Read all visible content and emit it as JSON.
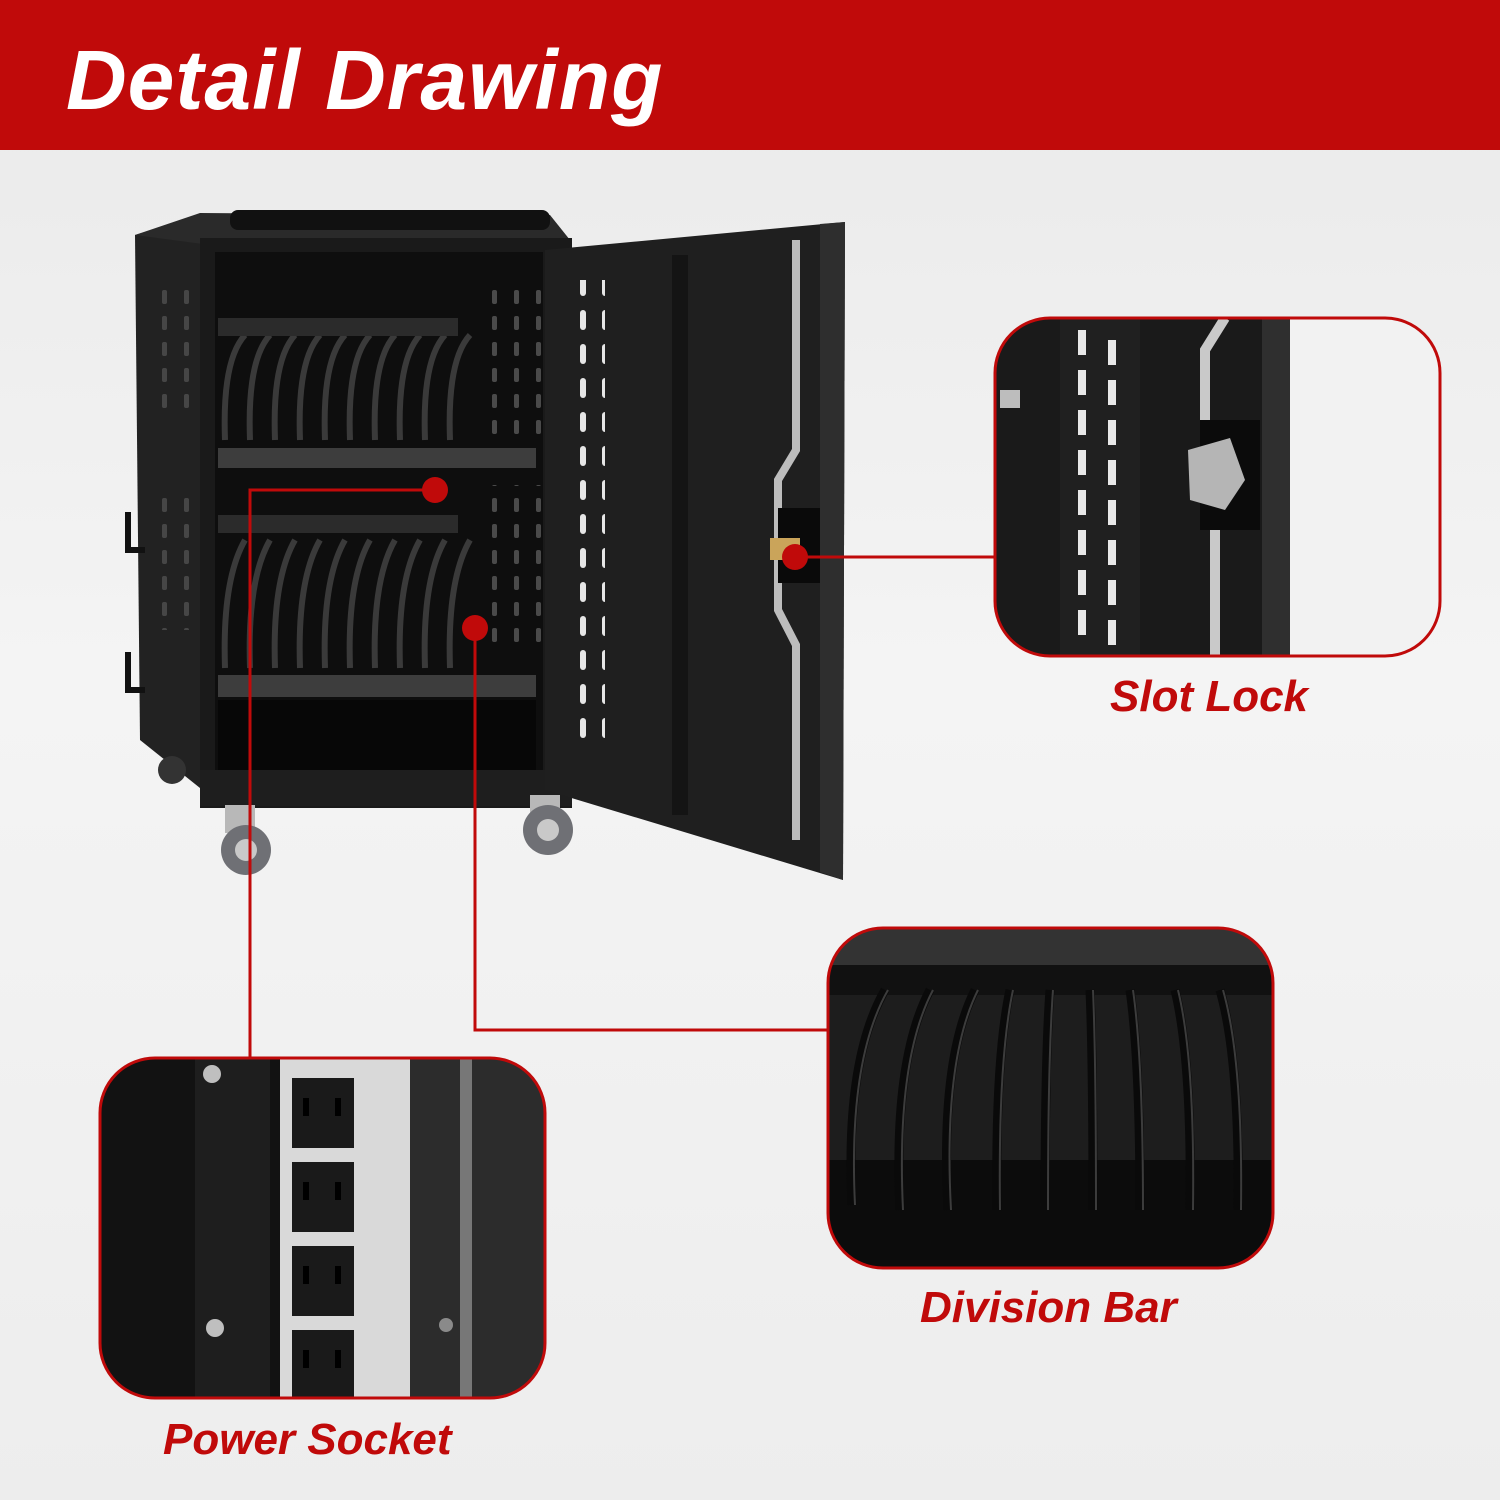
{
  "banner": {
    "title": "Detail Drawing",
    "color": "#c00a0a"
  },
  "callouts": {
    "slot_lock": "Slot Lock",
    "division_bar": "Division Bar",
    "power_socket": "Power Socket"
  },
  "colors": {
    "accent": "#c00a0a",
    "cabinet": "#1c1c1c",
    "background": "#efefef"
  }
}
